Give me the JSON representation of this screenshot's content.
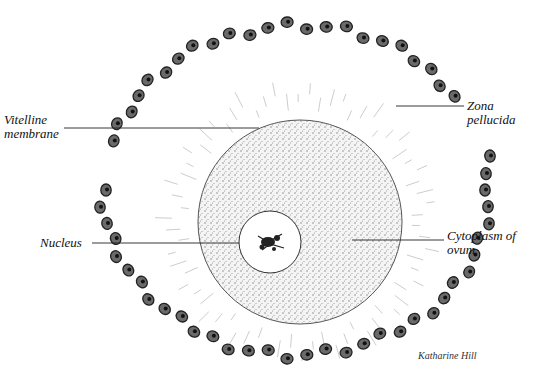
{
  "diagram": {
    "labels": [
      "Vitelline membrane",
      "Zona pellucida",
      "Nucleus",
      "Cytoplasm of ovum",
      "Katharine Hill"
    ]
  }
}
